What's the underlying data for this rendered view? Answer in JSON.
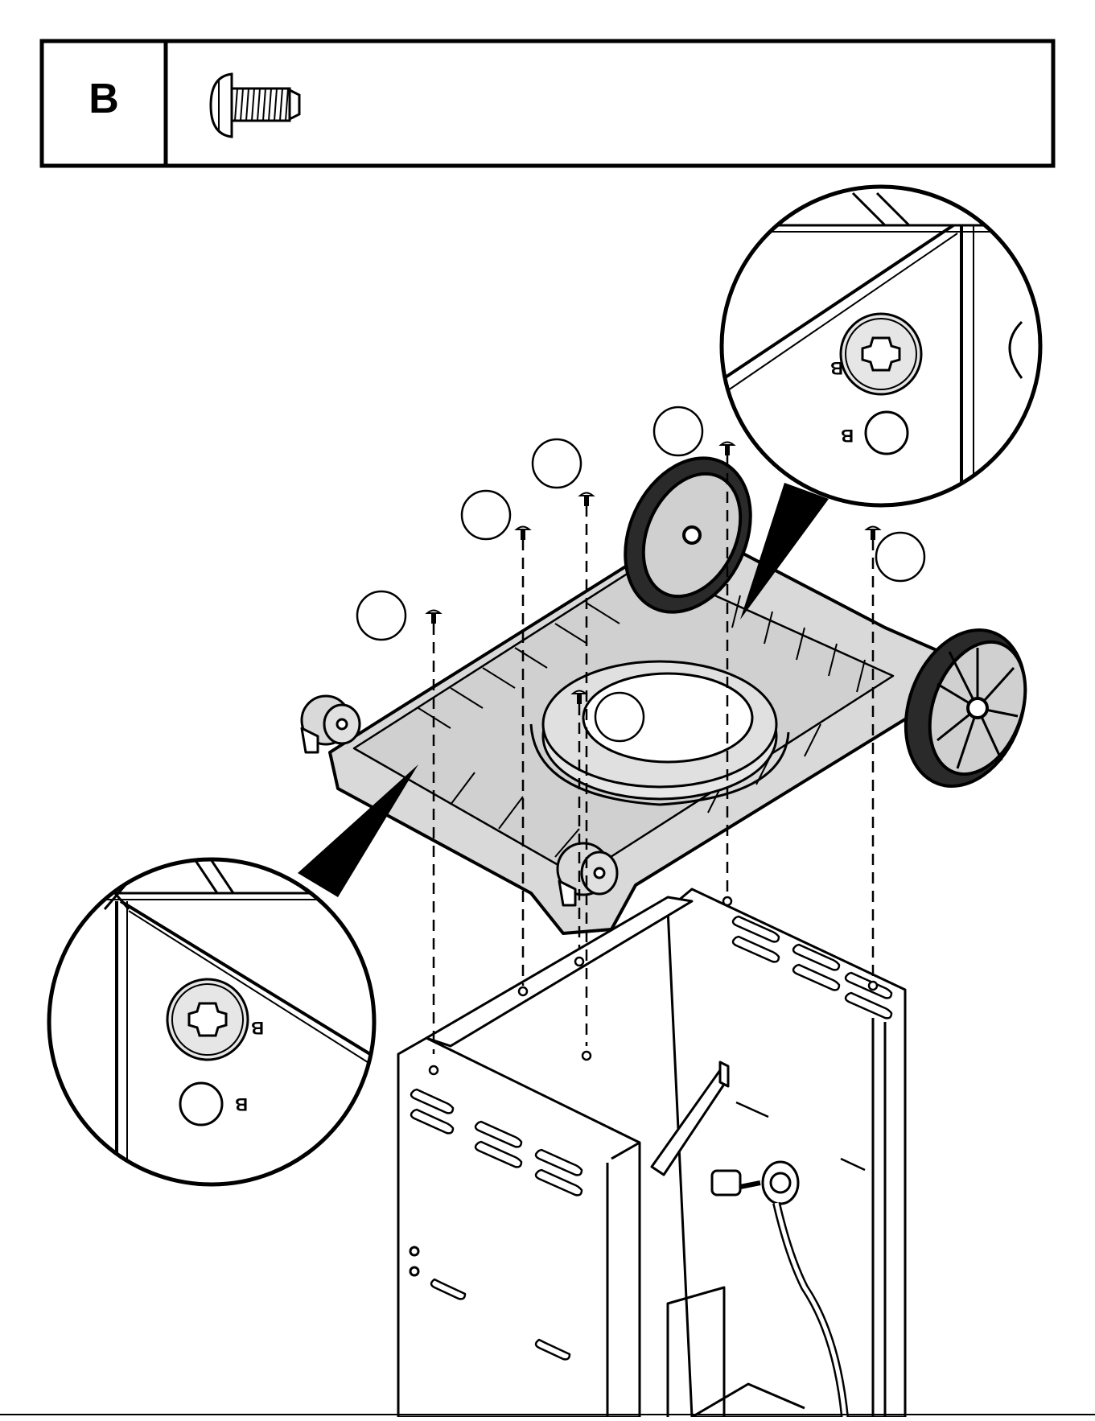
{
  "hardware": {
    "label_b": "B"
  },
  "detail_top": {
    "label_b_upper": "B",
    "label_b_lower": "B"
  },
  "detail_bottom": {
    "label_b_upper": "B",
    "label_b_lower": "B"
  },
  "callouts": [
    "",
    "",
    "",
    "",
    "",
    ""
  ],
  "colors": {
    "line": "#000000",
    "part_fill": "#d9d9d9",
    "paper": "#ffffff"
  }
}
